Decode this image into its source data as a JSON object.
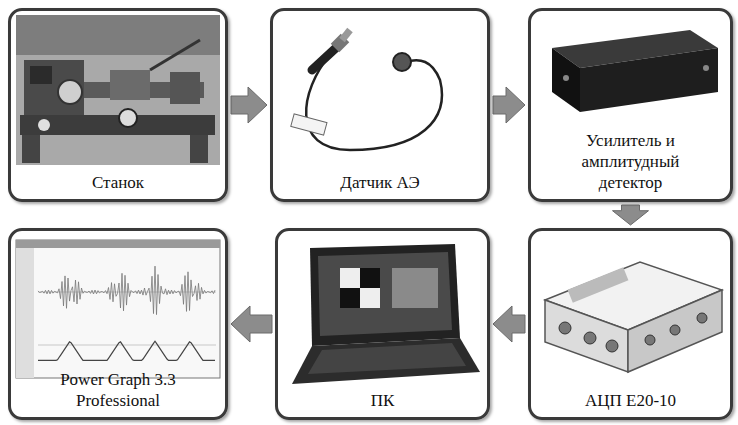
{
  "diagram": {
    "nodes": [
      {
        "text": [
          "Станок"
        ]
      },
      {
        "text": [
          "Датчик АЭ"
        ]
      },
      {
        "text": [
          "Усилитель и амплитудный детектор"
        ]
      },
      {
        "text": [
          "АЦП E20-10"
        ]
      },
      {
        "text": [
          "ПК"
        ]
      },
      {
        "text": [
          "Power Graph 3.3 Professional"
        ]
      }
    ],
    "edges": [
      {
        "from": 0,
        "to": 1,
        "arrow": "to"
      },
      {
        "from": 1,
        "to": 2,
        "arrow": "to"
      },
      {
        "from": 2,
        "to": 3,
        "arrow": "to"
      },
      {
        "from": 3,
        "to": 4,
        "arrow": "to"
      },
      {
        "from": 4,
        "to": 5,
        "arrow": "to"
      }
    ]
  }
}
